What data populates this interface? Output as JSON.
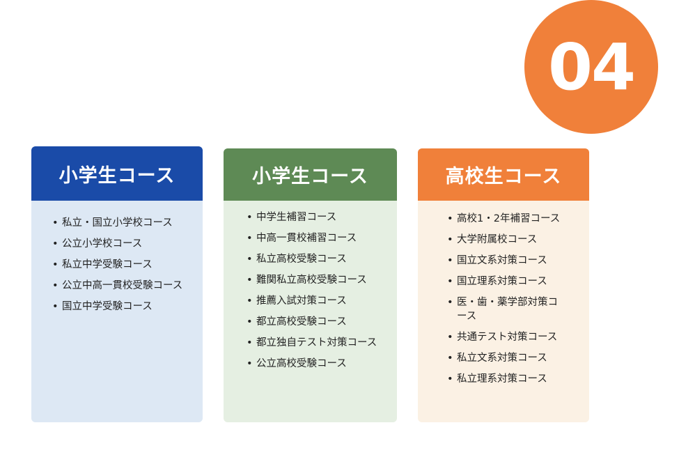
{
  "badge": {
    "label": "04"
  },
  "colors": {
    "badge": "#f0803a",
    "card1_header": "#1a4ba8",
    "card1_body": "#dde8f4",
    "card2_header": "#5e8a55",
    "card2_body": "#e5efe2",
    "card3_header": "#f0803a",
    "card3_body": "#fbf1e4"
  },
  "cards": [
    {
      "title": "小学生コース",
      "items": [
        "私立・国立小学校コース",
        "公立小学校コース",
        "私立中学受験コース",
        "公立中高一貫校受験コース",
        "国立中学受験コース"
      ]
    },
    {
      "title": "小学生コース",
      "items": [
        "中学生補習コース",
        "中高一貫校補習コース",
        "私立高校受験コース",
        "難関私立高校受験コース",
        "推薦入試対策コース",
        "都立高校受験コース",
        "都立独自テスト対策コース",
        "公立高校受験コース"
      ]
    },
    {
      "title": "高校生コース",
      "items": [
        "高校1・2年補習コース",
        "大学附属校コース",
        "国立文系対策コース",
        "国立理系対策コース",
        "医・歯・薬学部対策コース",
        "共通テスト対策コース",
        "私立文系対策コース",
        "私立理系対策コース"
      ]
    }
  ]
}
